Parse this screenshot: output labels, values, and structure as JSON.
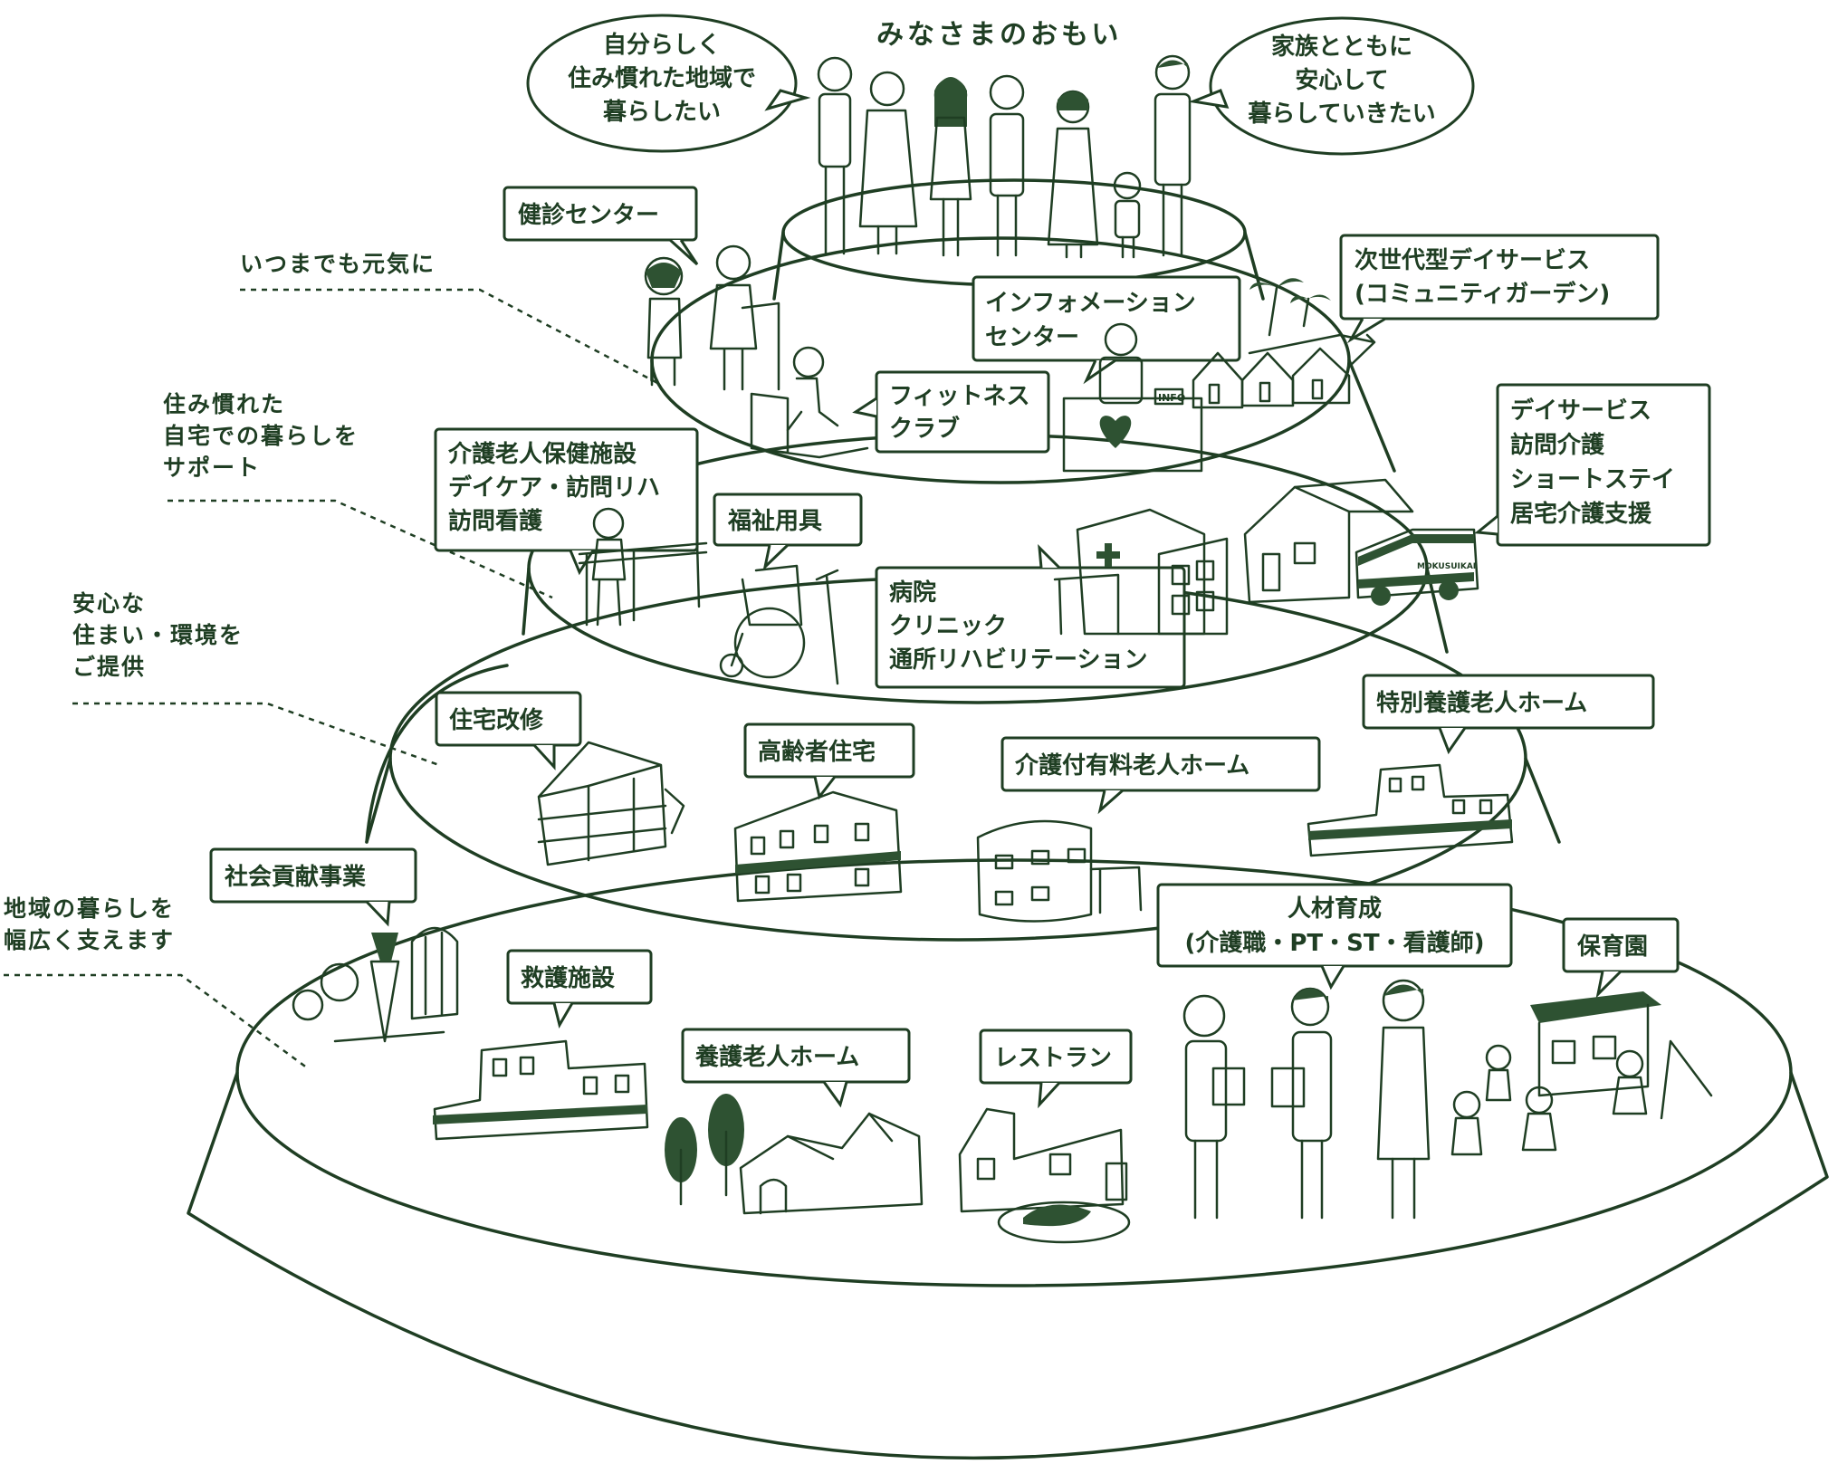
{
  "header": {
    "title": "みなさまのおもい"
  },
  "speech": {
    "left": [
      "自分らしく",
      "住み慣れた地域で",
      "暮らしたい"
    ],
    "right": [
      "家族とともに",
      "安心して",
      "暮らしていきたい"
    ]
  },
  "side_notes": {
    "genki": [
      "いつまでも元気に"
    ],
    "support": [
      "住み慣れた",
      "自宅での暮らしを",
      "サポート"
    ],
    "housing": [
      "安心な",
      "住まい・環境を",
      "ご提供"
    ],
    "community": [
      "地域の暮らしを",
      "幅広く支えます"
    ]
  },
  "tiers": {
    "tier2": {
      "kenshin": [
        "健診センター"
      ],
      "info": [
        "インフォメーション",
        "センター"
      ],
      "fitness": [
        "フィットネス",
        "クラブ"
      ],
      "nextgen": [
        "次世代型デイサービス",
        "(コミュニティガーデン)"
      ]
    },
    "tier3": {
      "rouken": [
        "介護老人保健施設",
        "デイケア・訪問リハ",
        "訪問看護"
      ],
      "fukushi": [
        "福祉用具"
      ],
      "hospital": [
        "病院",
        "クリニック",
        "通所リハビリテーション"
      ],
      "dayservice": [
        "デイサービス",
        "訪問介護",
        "ショートステイ",
        "居宅介護支援"
      ]
    },
    "tier4": {
      "kaishu": [
        "住宅改修"
      ],
      "koreisha": [
        "高齢者住宅"
      ],
      "yuryo": [
        "介護付有料老人ホーム"
      ],
      "tokuyo": [
        "特別養護老人ホーム"
      ]
    },
    "tier5": {
      "shakai": [
        "社会貢献事業"
      ],
      "jinzai": [
        "人材育成",
        "(介護職・PT・ST・看護師)"
      ],
      "hoikuen": [
        "保育園"
      ],
      "kyugo": [
        "救護施設"
      ],
      "yogo": [
        "養護老人ホーム"
      ],
      "restaurant": [
        "レストラン"
      ]
    }
  },
  "misc": {
    "info_sign": "INFO",
    "van_text": "MOKUSUIKAI"
  },
  "colors": {
    "ink": "#1f3e23",
    "fill": "#2e5232",
    "background": "#ffffff"
  },
  "icons": [
    "person-icon",
    "building-icon",
    "house-icon",
    "wheelchair-icon",
    "van-icon",
    "tree-icon",
    "palm-tree-icon",
    "vegetable-icon",
    "heart-icon"
  ]
}
